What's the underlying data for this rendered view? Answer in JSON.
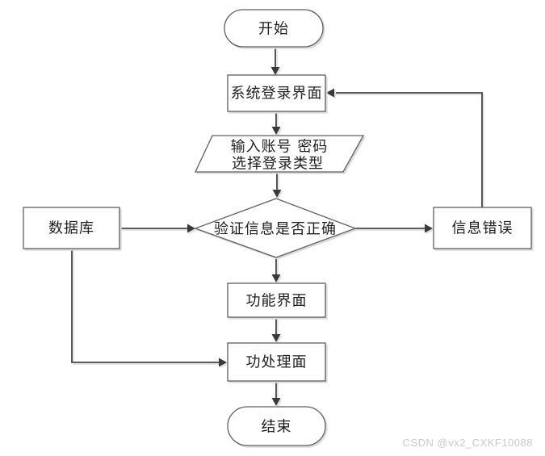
{
  "page": {
    "background": "#ffffff",
    "type": "flowchart-diagram"
  },
  "colors": {
    "shape_fill": "#ffffff",
    "shape_border": "#5f5f5f",
    "connector_line": "#454545",
    "arrowhead_fill": "#3a3a3a",
    "shadow": "#dcdcdc",
    "text": "#1f1f1f",
    "watermark_text": "#c9c9c9"
  },
  "flowchart": {
    "nodes": {
      "start": {
        "label": "开始",
        "shape": "terminator"
      },
      "login": {
        "label": "系统登录界面",
        "shape": "process"
      },
      "input": {
        "label_line1": "输入账号 密码",
        "label_line2": "选择登录类型",
        "shape": "io-parallelogram"
      },
      "verify": {
        "label": "验证信息是否正确",
        "shape": "decision-diamond"
      },
      "database": {
        "label": "数据库",
        "shape": "process"
      },
      "error": {
        "label": "信息错误",
        "shape": "process"
      },
      "function_ui": {
        "label": "功能界面",
        "shape": "process"
      },
      "process_ui": {
        "label": "功处理面",
        "shape": "process"
      },
      "end": {
        "label": "结束",
        "shape": "terminator"
      }
    },
    "edges": [
      {
        "from": "start",
        "to": "login"
      },
      {
        "from": "login",
        "to": "input"
      },
      {
        "from": "input",
        "to": "verify"
      },
      {
        "from": "database",
        "to": "verify"
      },
      {
        "from": "verify",
        "to": "error"
      },
      {
        "from": "error",
        "to": "login"
      },
      {
        "from": "verify",
        "to": "function_ui"
      },
      {
        "from": "function_ui",
        "to": "process_ui"
      },
      {
        "from": "database",
        "to": "process_ui"
      },
      {
        "from": "process_ui",
        "to": "end"
      }
    ]
  },
  "watermark": {
    "text": "CSDN @vx2_CXKF10088"
  }
}
